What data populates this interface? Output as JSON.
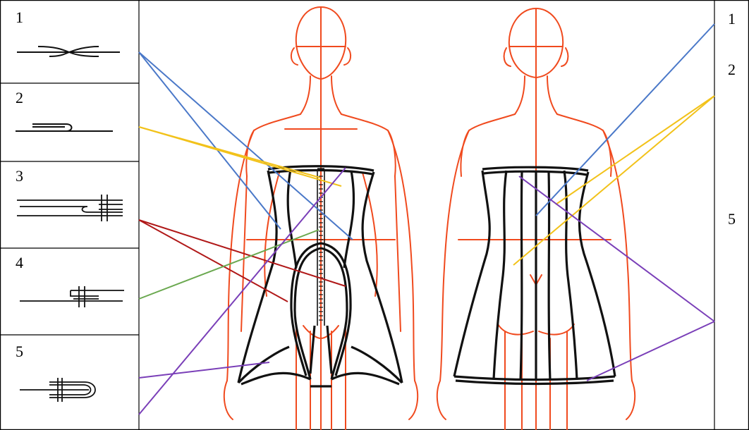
{
  "left_legend": [
    {
      "number": "1",
      "seam": "seam-type-1"
    },
    {
      "number": "2",
      "seam": "seam-type-2"
    },
    {
      "number": "3",
      "seam": "seam-type-3"
    },
    {
      "number": "4",
      "seam": "seam-type-4"
    },
    {
      "number": "5",
      "seam": "seam-type-5"
    }
  ],
  "right_legend": [
    {
      "number": "1"
    },
    {
      "number": "2"
    },
    {
      "number": "5"
    }
  ],
  "colors": {
    "figure": "#f04a1e",
    "garment": "#111111",
    "seam1_line": "#4a78c8",
    "seam2_line": "#f2c21a",
    "seam3_line": "#b01818",
    "seam4_line": "#6aa84f",
    "seam5_line": "#7a3fb8",
    "grid": "#000000"
  }
}
